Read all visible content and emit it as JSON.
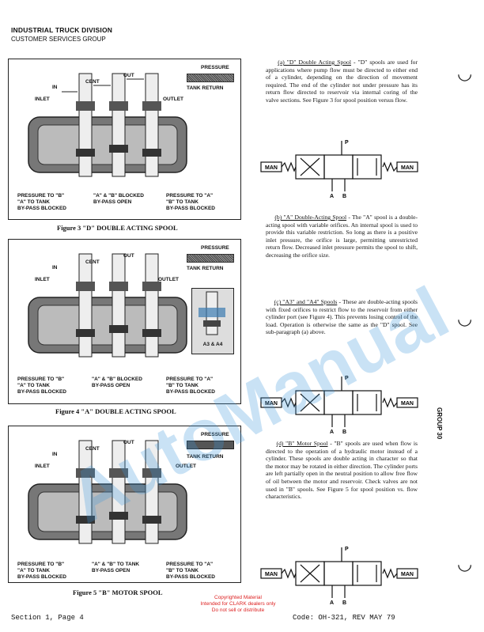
{
  "header": {
    "division": "INDUSTRIAL TRUCK DIVISION",
    "group": "CUSTOMER SERVICES GROUP"
  },
  "legend": {
    "pressure": "PRESSURE",
    "tank_return": "TANK RETURN"
  },
  "valve_labels": {
    "in": "IN",
    "cent": "CENT",
    "out": "OUT",
    "inlet": "INLET",
    "outlet": "OUTLET",
    "a3a4": "A3 & A4"
  },
  "figures": [
    {
      "caption": "Figure 3 \"D\" DOUBLE ACTING SPOOL",
      "positions": [
        "PRESSURE TO \"B\"\n\"A\" TO TANK\nBY-PASS BLOCKED",
        "\"A\" & \"B\" BLOCKED\nBY-PASS OPEN",
        "PRESSURE TO \"A\"\n\"B\" TO TANK\nBY-PASS BLOCKED"
      ]
    },
    {
      "caption": "Figure 4 \"A\" DOUBLE ACTING SPOOL",
      "positions": [
        "PRESSURE TO \"B\"\n\"A\" TO TANK\nBY-PASS BLOCKED",
        "\"A\" & \"B\" BLOCKED\nBY-PASS OPEN",
        "PRESSURE TO \"A\"\n\"B\" TO TANK\nBY-PASS BLOCKED"
      ]
    },
    {
      "caption": "Figure 5 \"B\" MOTOR SPOOL",
      "positions": [
        "PRESSURE TO \"B\"\n\"A\" TO TANK\nBY-PASS BLOCKED",
        "\"A\" & \"B\" TO TANK\nBY-PASS OPEN",
        "PRESSURE TO \"A\"\n\"B\" TO TANK\nBY-PASS BLOCKED"
      ]
    }
  ],
  "sections": [
    {
      "title": "(a) \"D\" Double Acting Spool",
      "text": "- \"D\" spools are used for applications where pump flow must be directed to either end of a cylinder, depending on the direction of movement required. The end of the cylinder not under pressure has its return flow directed to reservoir via internal coring of the valve sections. See Figure 3 for spool position versus flow."
    },
    {
      "title": "(b) \"A\" Double-Acting Spool",
      "text": "- The \"A\" spool is a double-acting spool with variable orifices. An internal spool is used to provide this variable restriction. So long as there is a positive inlet pressure, the orifice is large, permitting unrestricted return flow. Decreased inlet pressure permits the spool to shift, decreasing the orifice size."
    },
    {
      "title": "(c) \"A3\" and \"A4\" Spools",
      "text": "- These are double-acting spools with fixed orifices to restrict flow to the reservoir from either cylinder port (see Figure 4). This prevents losing control of the load. Operation is otherwise the same as the \"D\" spool. See sub-paragraph (a) above."
    },
    {
      "title": "(d) \"B\" Motor Spool",
      "text": "- \"B\" spools are used when flow is directed to the operation of a hydraulic motor instead of a cylinder. These spools are double acting in character so that the motor may be rotated in either direction. The cylinder ports are left partially open in the neutral position to allow free flow of oil between the motor and reservoir. Check valves are not used in \"B\" spools. See Figure 5 for spool position vs. flow characteristics."
    }
  ],
  "schematic": {
    "man": "MAN",
    "p": "P",
    "a": "A",
    "b": "B"
  },
  "side_tab": "GROUP 30",
  "footer": {
    "section": "Section 1, Page 4",
    "code": "Code: OH-321, REV MAY 79",
    "copyright": [
      "Copyrighted Material",
      "Intended for CLARK dealers only",
      "Do not sell or distribute"
    ]
  },
  "watermark": "AutoManual",
  "colors": {
    "copyright_red": "#dd2222",
    "watermark_blue": "#3c96dc"
  }
}
